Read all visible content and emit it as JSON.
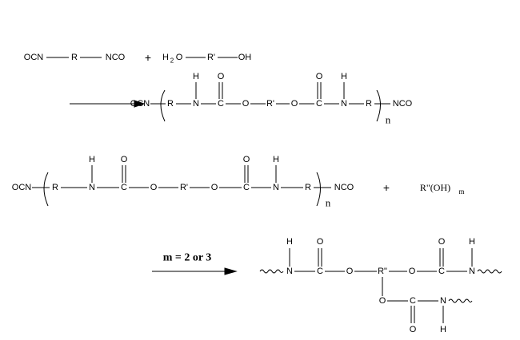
{
  "eq1": {
    "diisocyanate": [
      "OCN",
      "R",
      "NCO"
    ],
    "plus": "+",
    "diol": {
      "h": "H",
      "sub2": "2",
      "o": "O",
      "r": "R'",
      "oh": "OH"
    }
  },
  "eq2": {
    "end_left": "OCN",
    "repeat": [
      "R",
      "N",
      "C",
      "O",
      "R'",
      "O",
      "C",
      "N",
      "R"
    ],
    "h": "H",
    "o": "O",
    "n": "n",
    "end_right": "NCO"
  },
  "eq3": {
    "plus": "+",
    "polyol": {
      "r": "R\"(OH)",
      "m": "m"
    },
    "condition": "m = 2 or 3"
  },
  "eq4": {
    "main": [
      "N",
      "C",
      "O",
      "R\"",
      "O",
      "C",
      "N"
    ],
    "branch": [
      "O",
      "C",
      "N"
    ],
    "h": "H",
    "o": "O"
  }
}
